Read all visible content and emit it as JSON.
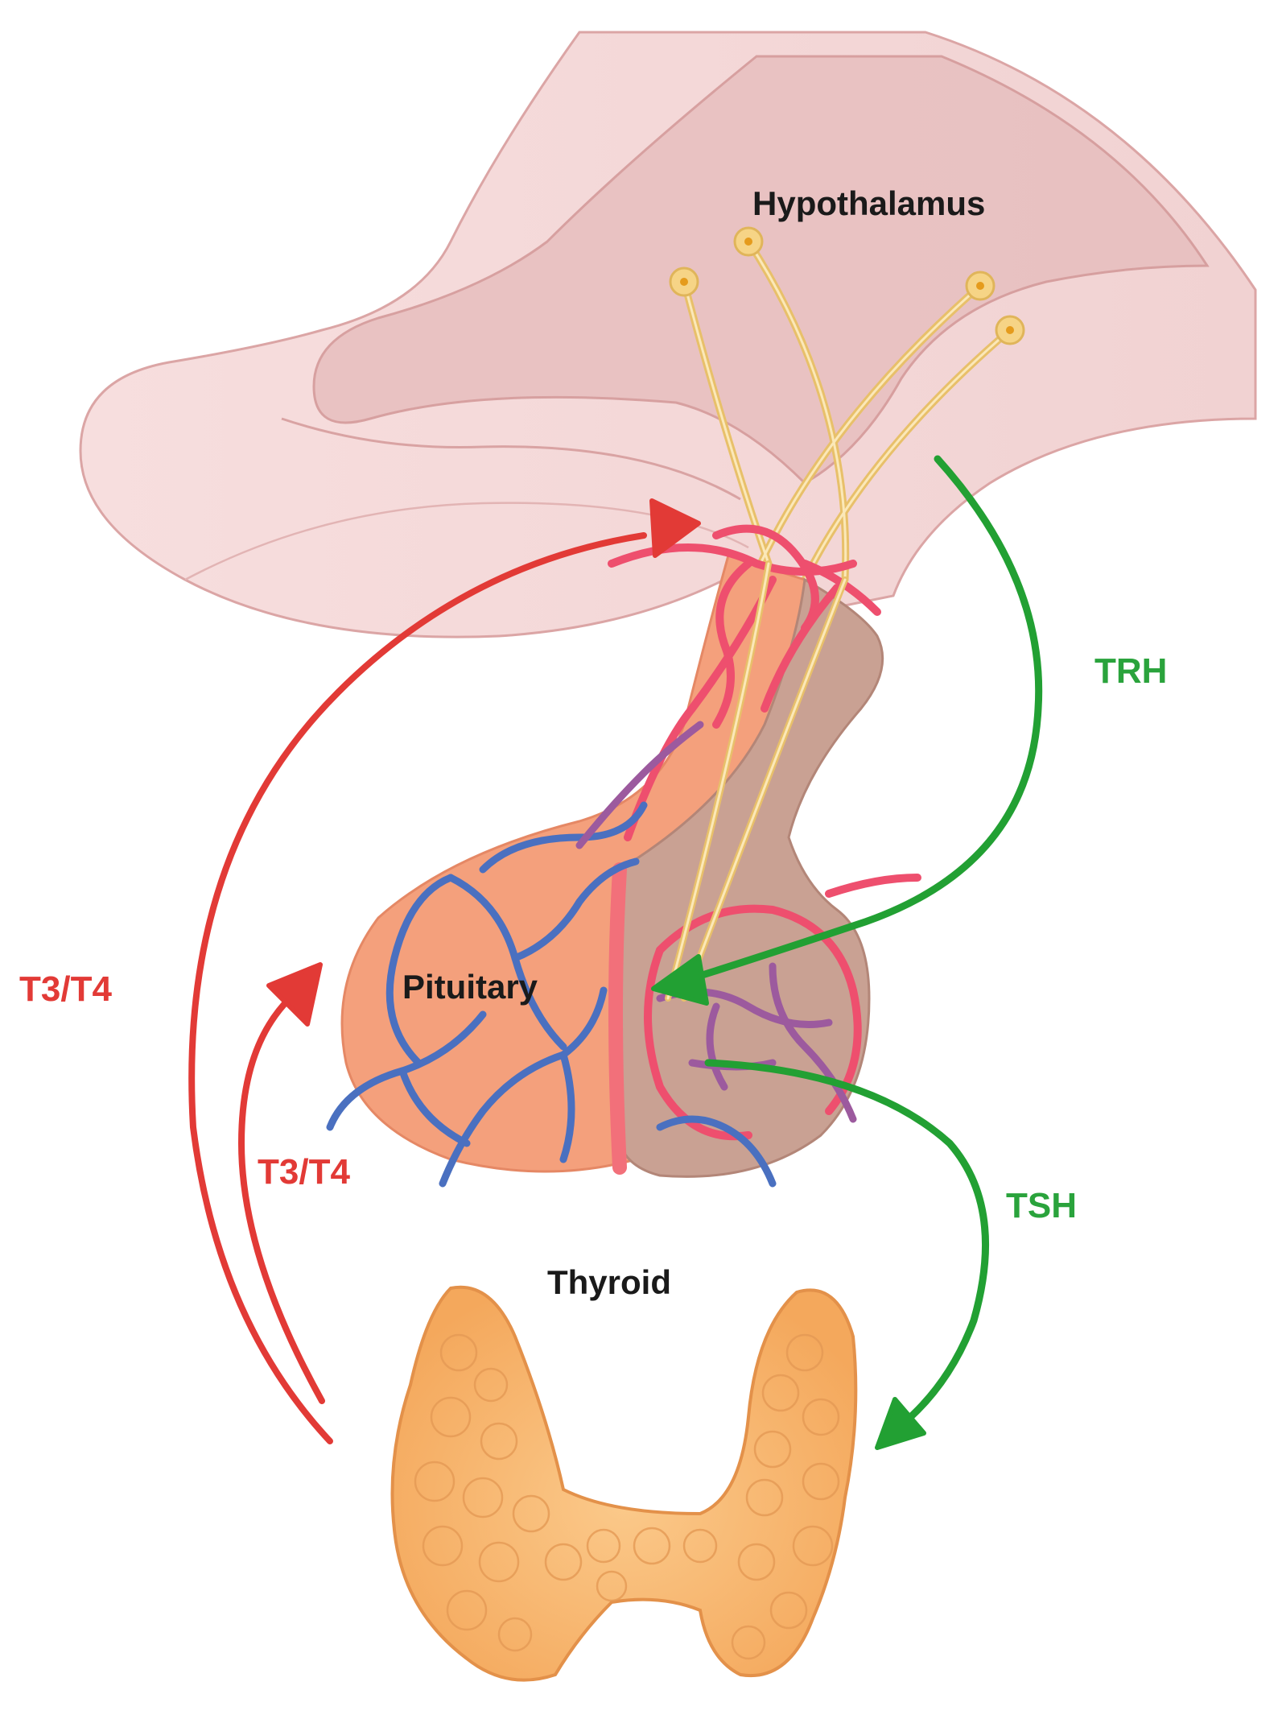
{
  "labels": {
    "hypothalamus": "Hypothalamus",
    "pituitary": "Pituitary",
    "thyroid": "Thyroid",
    "trh": "TRH",
    "tsh": "TSH",
    "t3t4_outer": "T3/T4",
    "t3t4_inner": "T3/T4"
  },
  "colors": {
    "feedback_red": "#e23a36",
    "stimulus_green": "#22a033",
    "hypothalamus_pink": "#f3d6d6",
    "anterior_pituitary": "#f4a07c",
    "posterior_pituitary": "#c9a193",
    "thyroid_orange": "#f7b56d",
    "artery": "#ee4f6e",
    "vein": "#4a70c0",
    "nerve": "#f0cf86"
  }
}
